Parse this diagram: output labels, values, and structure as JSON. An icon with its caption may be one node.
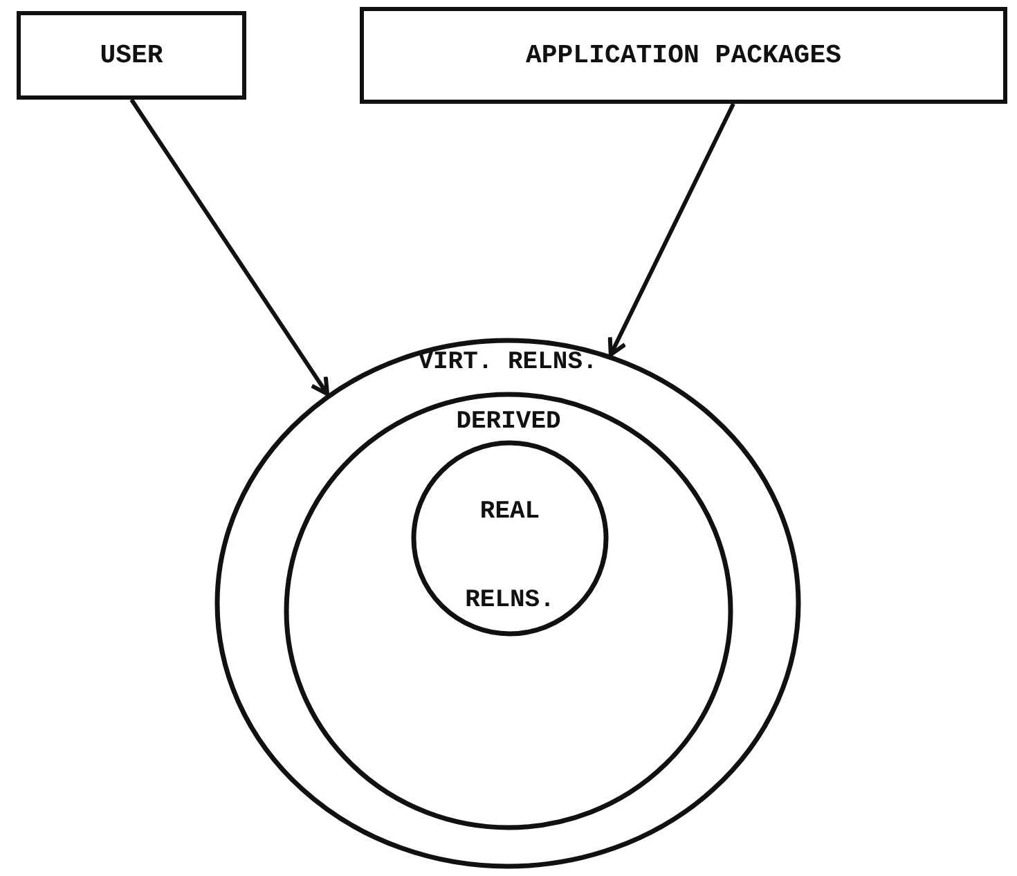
{
  "diagram": {
    "nodes": [
      {
        "text": [
          "USER"
        ]
      },
      {
        "text": [
          "APPLICATION PACKAGES"
        ]
      },
      {
        "text": [
          "VIRT. RELNS."
        ]
      },
      {
        "text": [
          "DERIVED"
        ],
        "in": 2
      },
      {
        "text": [
          "REAL RELNS."
        ],
        "in": 3
      }
    ],
    "edges": [
      {
        "from": 0,
        "to": 2,
        "arrow": "to"
      },
      {
        "from": 1,
        "to": 2,
        "arrow": "to"
      }
    ]
  }
}
